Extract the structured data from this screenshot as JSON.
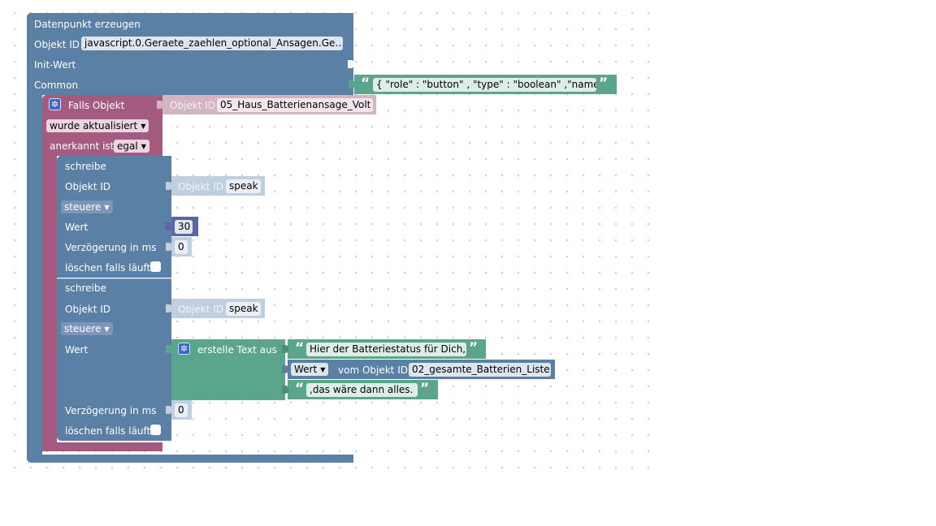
{
  "blocks": {
    "create_state": {
      "title": "Datenpunkt erzeugen",
      "object_id_label": "Objekt ID",
      "object_id_value": "javascript.0.Geraete_zaehlen_optional_Ansagen.Ge…",
      "init_label": "Init-Wert",
      "common_label": "Common",
      "common_value": "{ \"role\" : \"button\" , \"type\" : \"boolean\" ,\"name\"…"
    },
    "on_object": {
      "title": "Falls Objekt",
      "object_id_label": "Objekt ID",
      "object_id_value": "05_Haus_Batterienansage_Volt",
      "trigger_value": "wurde aktualisiert",
      "ack_label": "anerkannt ist",
      "ack_value": "egal"
    },
    "write1": {
      "title": "schreibe",
      "object_id_label": "Objekt ID",
      "target_label": "Objekt ID",
      "target_value": "speak",
      "mode_value": "steuere",
      "value_label": "Wert",
      "value_number": "30",
      "delay_label": "Verzögerung in ms",
      "delay_value": "0",
      "clear_label": "löschen falls läuft"
    },
    "write2": {
      "title": "schreibe",
      "object_id_label": "Objekt ID",
      "target_label": "Objekt ID",
      "target_value": "speak",
      "mode_value": "steuere",
      "value_label": "Wert",
      "delay_label": "Verzögerung in ms",
      "delay_value": "0",
      "clear_label": "löschen falls läuft"
    },
    "text_join": {
      "label": "erstelle Text aus",
      "text1": "Hier der Batteriestatus für Dich,",
      "get_value_dropdown": "Wert",
      "get_from_label": "vom Objekt ID",
      "get_object_value": "02_gesamte_Batterien_Liste",
      "text3": ",das wäre dann alles."
    }
  },
  "glyphs": {
    "open_quote": "“",
    "close_quote": "”",
    "dropdown_arrow": "▼",
    "gear": "✲"
  },
  "colors": {
    "logic_blue": "#5b80a5",
    "event_purple": "#a55b80",
    "text_green": "#5ba58c",
    "math_indigo": "#5b67a5",
    "gear_blue": "#3b67ce"
  }
}
